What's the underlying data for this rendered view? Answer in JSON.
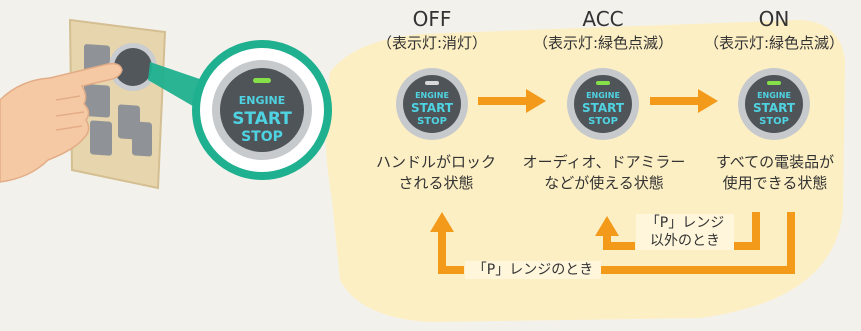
{
  "states": [
    {
      "name": "OFF",
      "indicator": "（表示灯:消灯）",
      "description": [
        "ハンドルがロック",
        "される状態"
      ]
    },
    {
      "name": "ACC",
      "indicator": "（表示灯:緑色点滅）",
      "description": [
        "オーディオ、ドアミラー",
        "などが使える状態"
      ]
    },
    {
      "name": "ON",
      "indicator": "（表示灯:緑色点滅）",
      "description": [
        "すべての電装品が",
        "使用できる状態"
      ]
    }
  ],
  "button": {
    "line1": "ENGINE",
    "line2": "START",
    "line3": "STOP"
  },
  "conditions": {
    "inner_line1": "「P」レンジ",
    "inner_line2": "以外のとき",
    "outer": "「P」レンジのとき"
  },
  "colors": {
    "accent_orange": "#f39a1b",
    "highlight_green": "#1fb08f",
    "panel_yellow": "#fdefc4",
    "button_text": "#4fd3e2",
    "led_green": "#86e04a"
  }
}
